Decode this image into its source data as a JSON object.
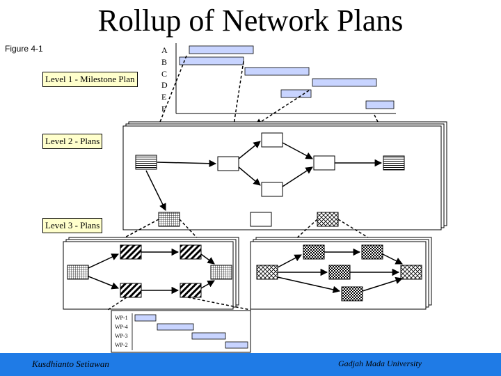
{
  "title": "Rollup of Network Plans",
  "figure_label": "Figure 4-1",
  "levels": {
    "level1": "Level 1 - Milestone Plan",
    "level2": "Level 2 - Plans",
    "level3": "Level 3 - Plans"
  },
  "milestones": [
    "A",
    "B",
    "C",
    "D",
    "E",
    "F"
  ],
  "work_packages": [
    "WP-1",
    "WP-4",
    "WP-3",
    "WP-2"
  ],
  "footer": {
    "author": "Kusdhianto Setiawan",
    "institution": "Gadjah Mada University"
  },
  "colors": {
    "gantt_bar": "#c8d4ff",
    "level_box": "#ffffcc",
    "footer": "#1f7be6"
  }
}
